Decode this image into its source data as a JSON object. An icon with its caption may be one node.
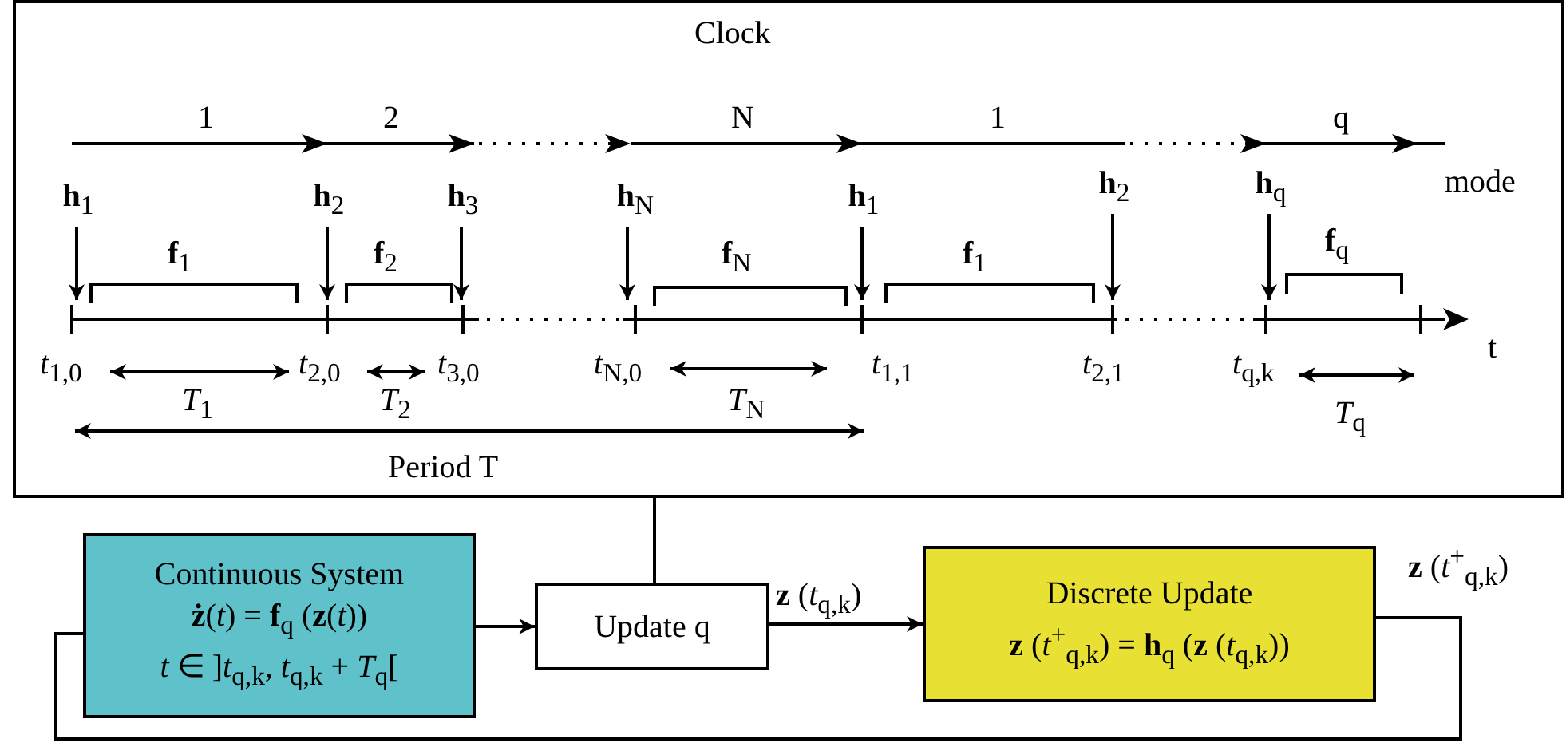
{
  "diagram": {
    "nodes": [
      {
        "text": [
          "Clock"
        ]
      },
      {
        "text": [
          "**h**$_{1}$"
        ],
        "in": 0
      },
      {
        "text": [
          "**h**$_{2}$"
        ],
        "in": 0
      },
      {
        "text": [
          "**h**$_{3}$"
        ],
        "in": 0
      },
      {
        "text": [
          "**h**$_{N}$"
        ],
        "in": 0
      },
      {
        "text": [
          "**h**$_{1}$"
        ],
        "in": 0
      },
      {
        "text": [
          "**h**$_{2}$"
        ],
        "in": 0
      },
      {
        "text": [
          "**h**$_{q}$"
        ],
        "in": 0
      },
      {
        "text": [
          "Continuous System",
          "**ż**(*t*) = **f**$_{q}$ (**z**(*t*))",
          "*t* ∈ ]*t*$_{q,k}$, *t*$_{q,k}$ + *T*$_{q}$["
        ]
      },
      {
        "text": [
          "Update q"
        ]
      },
      {
        "text": [
          "Discrete Update",
          "**z** (*t*$^{+}$$_{q,k}$) = **h**$_{q}$ (**z** (*t*$_{q,k}$))"
        ]
      }
    ],
    "edges": [
      {
        "from": 1,
        "to": null,
        "arrow": "to"
      },
      {
        "from": 2,
        "to": null,
        "arrow": "to"
      },
      {
        "from": 3,
        "to": null,
        "arrow": "to"
      },
      {
        "from": 4,
        "to": null,
        "arrow": "to"
      },
      {
        "from": 5,
        "to": null,
        "arrow": "to"
      },
      {
        "from": 6,
        "to": null,
        "arrow": "to"
      },
      {
        "from": 7,
        "to": null,
        "arrow": "to"
      },
      {
        "from": 8,
        "to": 9,
        "arrow": "to"
      },
      {
        "from": 9,
        "to": 10,
        "arrow": "to",
        "label": "**z** (*t*$_{q,k}$)"
      },
      {
        "from": 10,
        "to": 8,
        "arrow": "none",
        "label": "**z** (*t*$^{+}$$_{q,k}$)"
      },
      {
        "from": 0,
        "to": 9,
        "arrow": "none"
      }
    ],
    "labels": [
      "1",
      "2",
      "N",
      "1",
      "q",
      "mode",
      "**f**$_{1}$",
      "**f**$_{2}$",
      "**f**$_{N}$",
      "**f**$_{1}$",
      "**f**$_{q}$",
      "*t*$_{1,0}$",
      "*t*$_{2,0}$",
      "*t*$_{3,0}$",
      "*t*$_{N,0}$",
      "*t*$_{1,1}$",
      "*t*$_{2,1}$",
      "*t*$_{q,k}$",
      "t",
      "*T*$_{1}$",
      "*T*$_{2}$",
      "*T*$_{N}$",
      "*T*$_{q}$",
      "Period T"
    ]
  }
}
